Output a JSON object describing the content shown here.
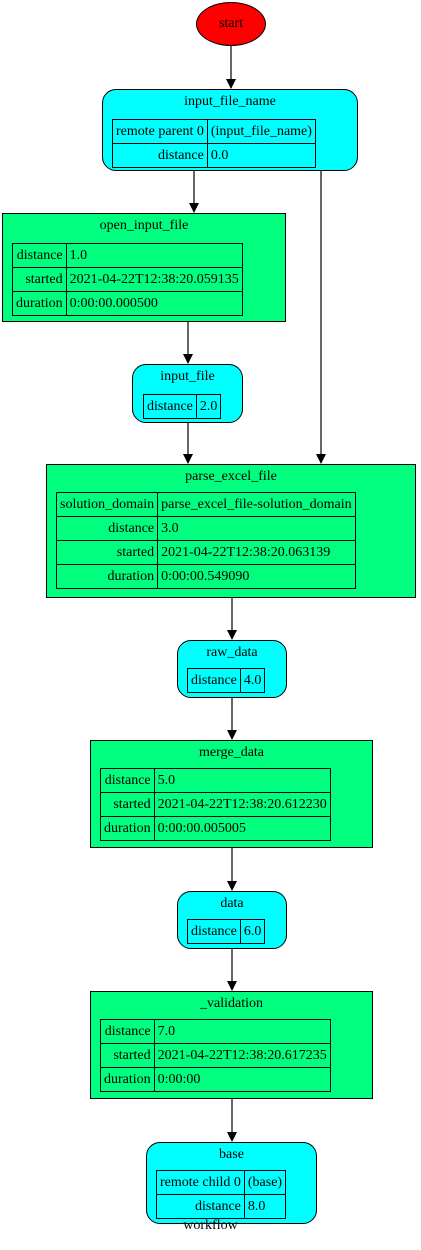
{
  "start_label": "start",
  "caption": "workflow",
  "colors": {
    "data_node": "#00ffff",
    "step_node": "#00ff7f",
    "start_node": "#ff0000"
  },
  "nodes": {
    "input_file_name": {
      "title": "input_file_name",
      "rows": [
        {
          "k": "remote parent 0",
          "v": "(input_file_name)"
        },
        {
          "k": "distance",
          "v": "0.0"
        }
      ]
    },
    "open_input_file": {
      "title": "open_input_file",
      "rows": [
        {
          "k": "distance",
          "v": "1.0"
        },
        {
          "k": "started",
          "v": "2021-04-22T12:38:20.059135"
        },
        {
          "k": "duration",
          "v": "0:00:00.000500"
        }
      ]
    },
    "input_file": {
      "title": "input_file",
      "rows": [
        {
          "k": "distance",
          "v": "2.0"
        }
      ]
    },
    "parse_excel_file": {
      "title": "parse_excel_file",
      "rows": [
        {
          "k": "solution_domain",
          "v": "parse_excel_file-solution_domain"
        },
        {
          "k": "distance",
          "v": "3.0"
        },
        {
          "k": "started",
          "v": "2021-04-22T12:38:20.063139"
        },
        {
          "k": "duration",
          "v": "0:00:00.549090"
        }
      ]
    },
    "raw_data": {
      "title": "raw_data",
      "rows": [
        {
          "k": "distance",
          "v": "4.0"
        }
      ]
    },
    "merge_data": {
      "title": "merge_data",
      "rows": [
        {
          "k": "distance",
          "v": "5.0"
        },
        {
          "k": "started",
          "v": "2021-04-22T12:38:20.612230"
        },
        {
          "k": "duration",
          "v": "0:00:00.005005"
        }
      ]
    },
    "data": {
      "title": "data",
      "rows": [
        {
          "k": "distance",
          "v": "6.0"
        }
      ]
    },
    "validation": {
      "title": "_validation",
      "rows": [
        {
          "k": "distance",
          "v": "7.0"
        },
        {
          "k": "started",
          "v": "2021-04-22T12:38:20.617235"
        },
        {
          "k": "duration",
          "v": "0:00:00"
        }
      ]
    },
    "base": {
      "title": "base",
      "rows": [
        {
          "k": "remote child 0",
          "v": "(base)"
        },
        {
          "k": "distance",
          "v": "8.0"
        }
      ]
    }
  }
}
